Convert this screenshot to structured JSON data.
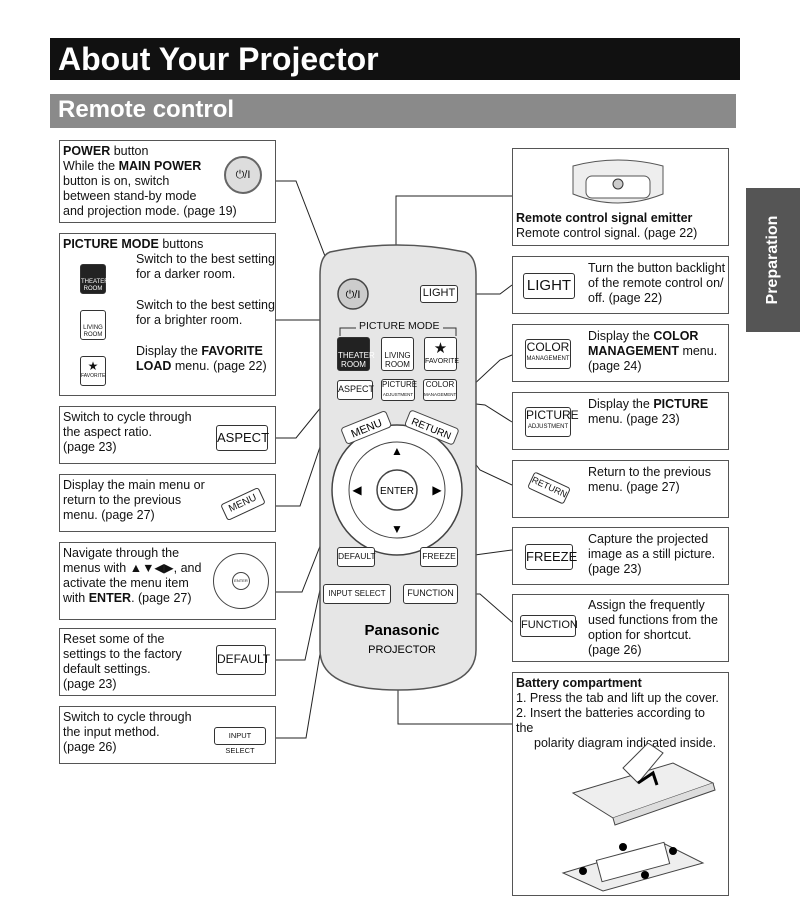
{
  "header": {
    "title": "About Your Projector",
    "section": "Remote control",
    "side_tab": "Preparation"
  },
  "callouts": {
    "power": {
      "title": "POWER",
      "t1": " button",
      "t2": "While the ",
      "t2b": "MAIN POWER",
      "t3": "button is on, switch",
      "t4": "between stand-by mode",
      "t5": "and projection mode. (page 19)"
    },
    "picture_mode": {
      "title": "PICTURE MODE",
      "t1": " buttons",
      "theater": [
        "Switch to the best setting",
        "for a darker room."
      ],
      "living": [
        "Switch to the best setting",
        "for a brighter room."
      ],
      "favorite_a": "Display the ",
      "favorite_b": "FAVORITE",
      "favorite_c": "LOAD",
      "favorite_d": " menu. (page 22)"
    },
    "aspect": [
      "Switch to cycle through",
      "the aspect ratio.",
      "(page 23)"
    ],
    "menu": [
      "Display the main menu or",
      "return to the previous",
      "menu. (page 27)"
    ],
    "navigate": {
      "l1": "Navigate through the",
      "l2": "menus with ▲▼◀▶, and",
      "l3": "activate the menu item",
      "l4a": "with ",
      "l4b": "ENTER",
      "l4c": ". (page 27)"
    },
    "default": [
      "Reset some of the",
      "settings to the factory",
      "default settings.",
      "(page 23)"
    ],
    "input": [
      "Switch to cycle through",
      "the input method.",
      "(page 26)"
    ],
    "emitter": {
      "title": "Remote control signal emitter",
      "text": "Remote control signal. (page 22)"
    },
    "light": [
      "Turn the button backlight",
      "of the remote control on/",
      "off. (page 22)"
    ],
    "color": {
      "a": "Display the ",
      "b": "COLOR",
      "c": "MANAGEMENT",
      "d": " menu.",
      "e": "(page 24)"
    },
    "picture_adj": {
      "a": "Display the ",
      "b": "PICTURE",
      "c": "menu. (page 23)"
    },
    "return": [
      "Return to the previous",
      "menu. (page 27)"
    ],
    "freeze": [
      "Capture the projected",
      "image as a still picture.",
      "(page 23)"
    ],
    "function": [
      "Assign the frequently",
      "used functions from the",
      "option for shortcut.",
      "(page 26)"
    ],
    "battery": {
      "title": "Battery compartment",
      "s1": "1.  Press the tab and lift up the cover.",
      "s2a": "2.  Insert the batteries according to the",
      "s2b": "polarity diagram indicated inside."
    }
  },
  "buttons": {
    "power_symbol": "⏻/I",
    "light": "LIGHT",
    "picture_mode": "PICTURE MODE",
    "theater": [
      "THEATER",
      "ROOM"
    ],
    "living": [
      "LIVING",
      "ROOM"
    ],
    "favorite": "FAVORITE",
    "star": "★",
    "aspect": "ASPECT",
    "picture": [
      "PICTURE",
      "ADJUSTMENT"
    ],
    "color": [
      "COLOR",
      "MANAGEMENT"
    ],
    "menu": "MENU",
    "return": "RETURN",
    "enter": "ENTER",
    "default": "DEFAULT",
    "freeze": "FREEZE",
    "input_select": "INPUT SELECT",
    "function": "FUNCTION",
    "brand": "Panasonic",
    "model": "PROJECTOR",
    "up": "▲",
    "down": "▼",
    "left": "◀",
    "right": "▶"
  }
}
